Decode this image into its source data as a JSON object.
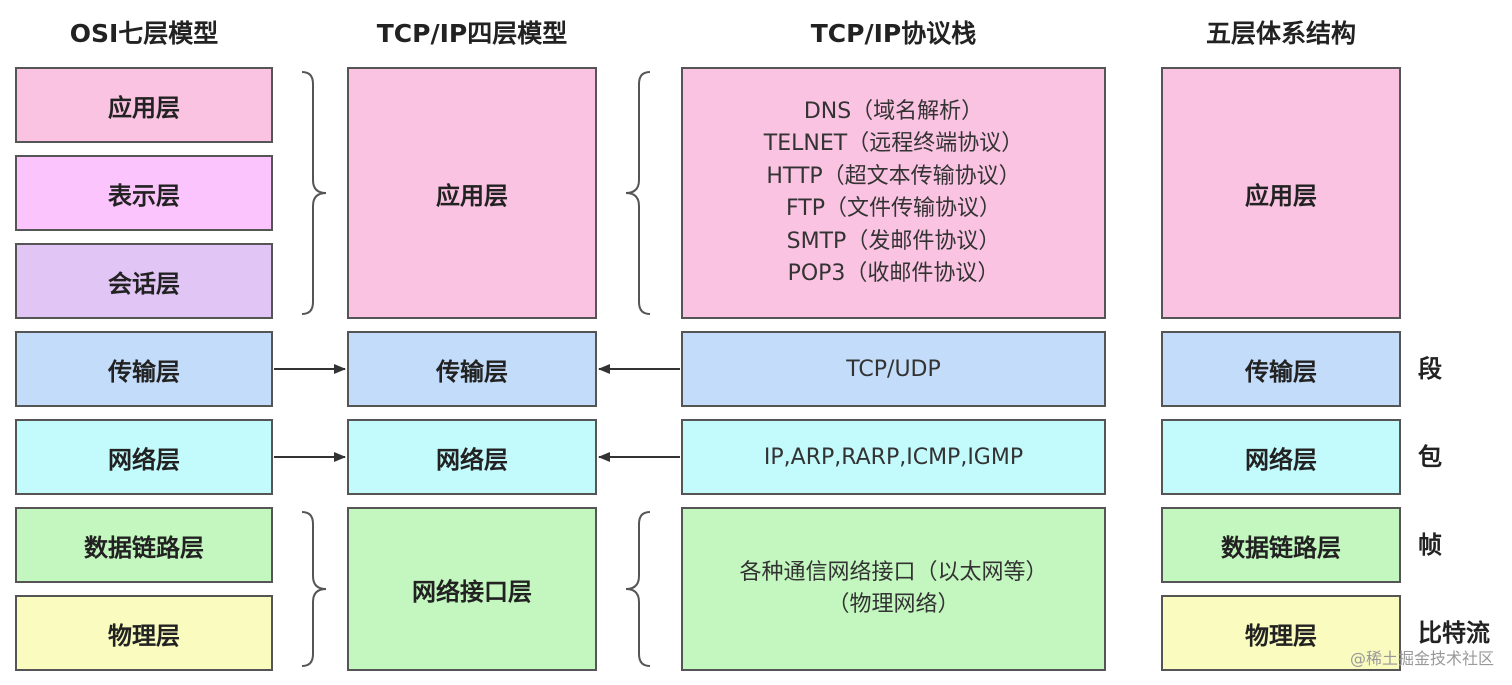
{
  "headers": {
    "osi": "OSI七层模型",
    "tcpip4": "TCP/IP四层模型",
    "stack": "TCP/IP协议栈",
    "five": "五层体系结构"
  },
  "osi_layers": [
    "应用层",
    "表示层",
    "会话层",
    "传输层",
    "网络层",
    "数据链路层",
    "物理层"
  ],
  "tcpip_layers": [
    "应用层",
    "传输层",
    "网络层",
    "网络接口层"
  ],
  "protocols": {
    "application": [
      "DNS（域名解析）",
      "TELNET（远程终端协议）",
      "HTTP（超文本传输协议）",
      "FTP（文件传输协议）",
      "SMTP（发邮件协议）",
      "POP3（收邮件协议）"
    ],
    "transport": "TCP/UDP",
    "network": "IP,ARP,RARP,ICMP,IGMP",
    "link": [
      "各种通信网络接口（以太网等）",
      "（物理网络）"
    ]
  },
  "five_layers": [
    "应用层",
    "传输层",
    "网络层",
    "数据链路层",
    "物理层"
  ],
  "units": [
    "段",
    "包",
    "帧",
    "比特流"
  ],
  "watermark": "@稀土掘金技术社区",
  "colors": {
    "application": "#fac3e1",
    "presentation": "#fcc4fc",
    "session": "#e1c5f5",
    "transport": "#c3dcf9",
    "network": "#c3fafc",
    "link": "#c3f7bf",
    "physical": "#fafbbf",
    "stack_application": "#fac3e1"
  }
}
